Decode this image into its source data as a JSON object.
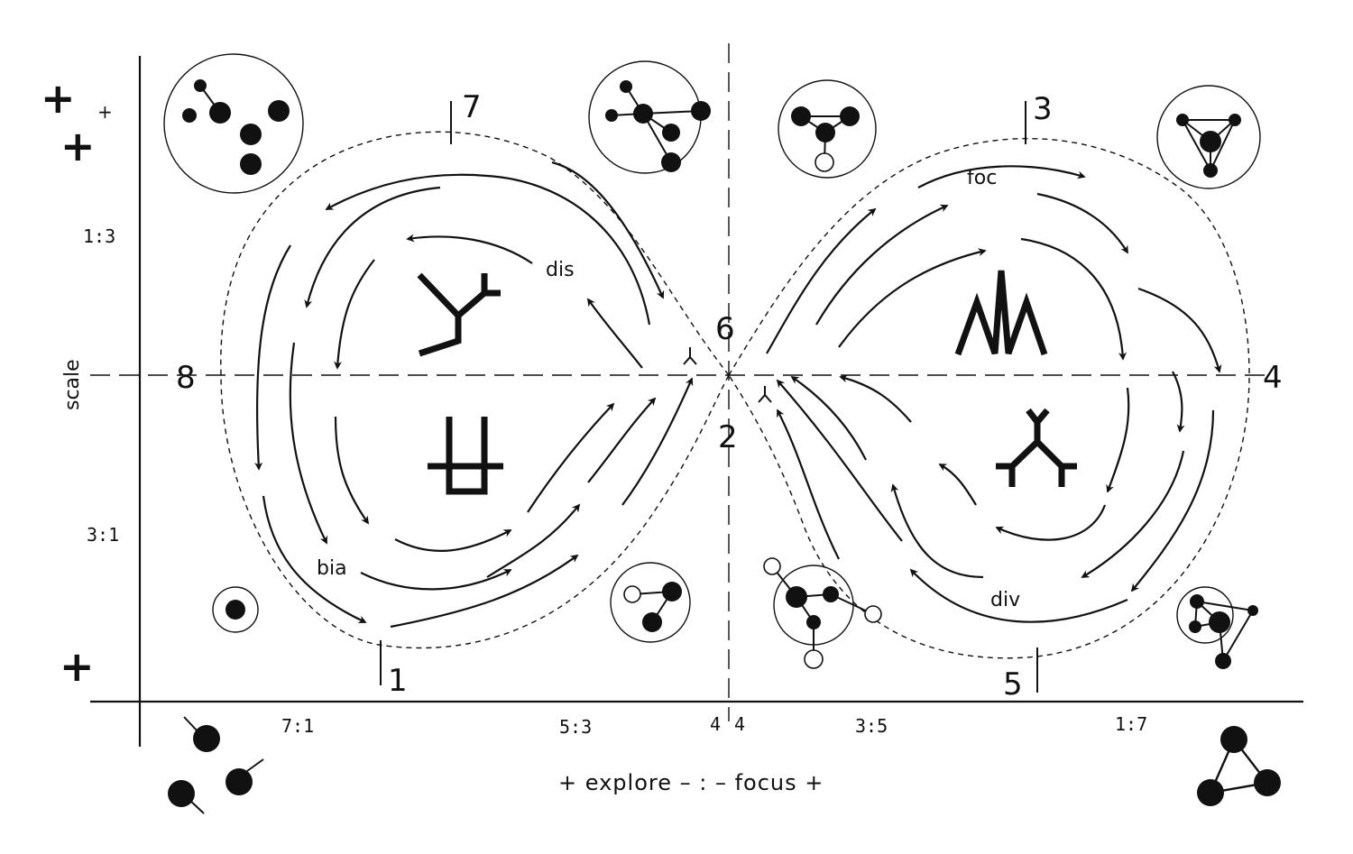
{
  "axes": {
    "y_label": "scale",
    "x_caption": "+ explore – : – focus +",
    "y_ticks": [
      "1:3",
      "3:1"
    ],
    "x_ticks": [
      "7:1",
      "5:3",
      "4",
      "4",
      "3:5",
      "1:7"
    ],
    "plus_marks": [
      "+",
      "+",
      "+",
      "+"
    ]
  },
  "stations": [
    "1",
    "2",
    "3",
    "4",
    "5",
    "6",
    "7",
    "8"
  ],
  "flow_labels": {
    "left_top": "dis",
    "left_bottom": "bia",
    "right_top": "foc",
    "right_bottom": "div"
  },
  "icons": [
    "cluster-scattered-icon",
    "cluster-star-icon",
    "cluster-triangle-hollow-icon",
    "cluster-triangle-inner-icon",
    "single-node-icon",
    "cluster-pair-hollow-icon",
    "cluster-spread-icon",
    "cluster-quad-icon",
    "tree-glyph-icon",
    "cup-glyph-icon",
    "w-glyph-icon",
    "branch-glyph-icon",
    "detached-nodes-icon",
    "triangle-nodes-icon"
  ],
  "colors": {
    "ink": "#111111",
    "paper": "#ffffff"
  }
}
